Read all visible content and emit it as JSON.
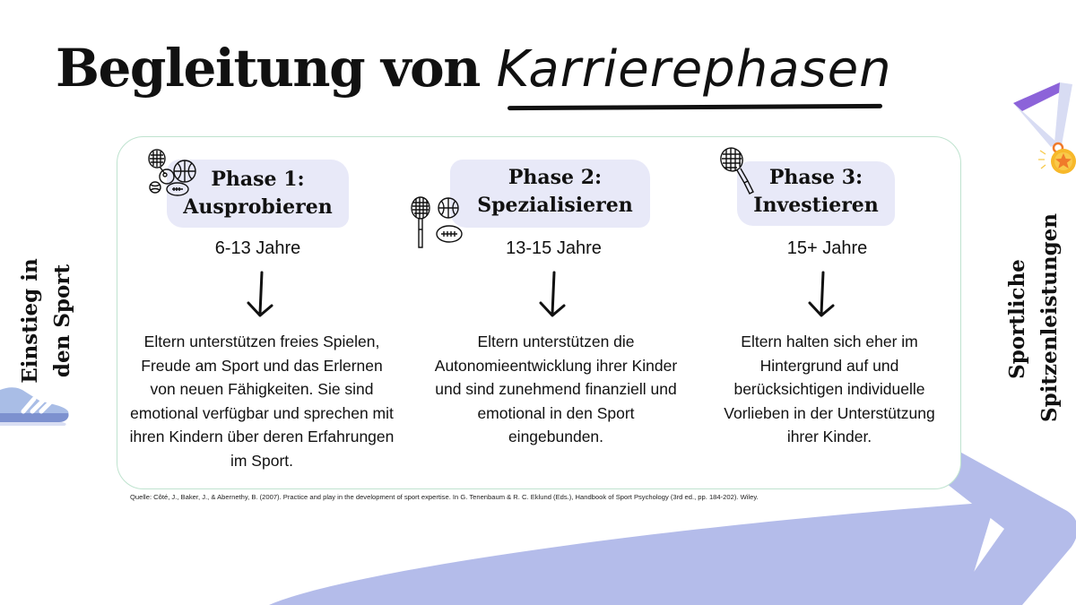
{
  "slide": {
    "title_main": "Begleitung von",
    "title_script": "Karrierephasen",
    "left_label_line1": "Einstieg in",
    "left_label_line2": "den Sport",
    "right_label_line1": "Sportliche",
    "right_label_line2": "Spitzenleistungen",
    "phases": [
      {
        "title_line1": "Phase 1:",
        "title_line2": "Ausprobieren",
        "age": "6-13 Jahre",
        "description": "Eltern unterstützen freies Spielen, Freude am Sport und das Erlernen von neuen Fähigkeiten. Sie sind emotional verfügbar und sprechen mit ihren Kindern über deren Erfahrungen im Sport.",
        "icon": "sports-balls-icon"
      },
      {
        "title_line1": "Phase 2:",
        "title_line2": "Spezialisieren",
        "age": "13-15 Jahre",
        "description": "Eltern unterstützen die Autonomieentwicklung ihrer Kinder und sind zunehmend finanziell und emotional in den Sport eingebunden.",
        "icon": "racket-basketball-football-icon"
      },
      {
        "title_line1": "Phase 3:",
        "title_line2": "Investieren",
        "age": "15+ Jahre",
        "description": "Eltern halten sich eher im Hintergrund auf und berücksichtigen individuelle Vorlieben in der Unterstützung ihrer Kinder.",
        "icon": "tennis-racket-icon"
      }
    ],
    "source": "Quelle: Côté, J., Baker, J., & Abernethy, B. (2007). Practice and play in the development of sport expertise. In G. Tenenbaum & R. C. Eklund (Eds.), Handbook of Sport Psychology (3rd ed., pp. 184-202). Wiley."
  },
  "colors": {
    "arrow": "#b4bcea",
    "pill": "#e8e9f8",
    "card_border": "#bfe3cf",
    "medal_ribbon": "#8c63d9",
    "medal_gold": "#f7b82a",
    "medal_star": "#f07a2a",
    "shoe": "#8fa6d9"
  }
}
